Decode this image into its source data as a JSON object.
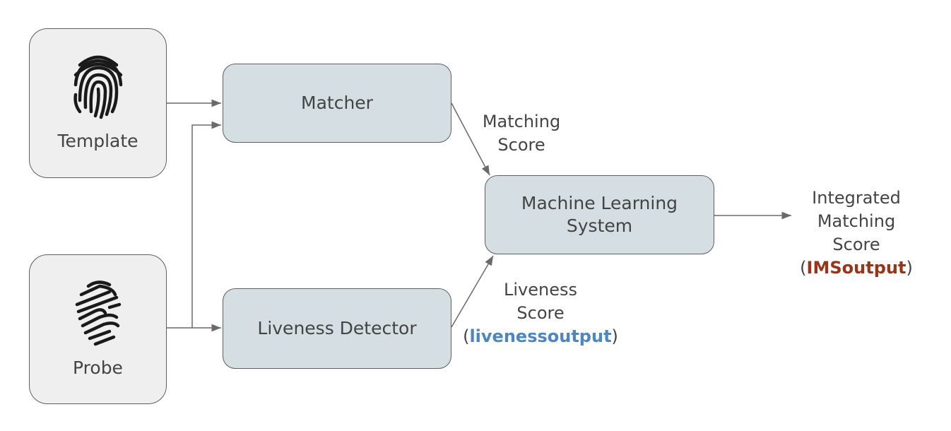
{
  "nodes": {
    "template": {
      "label": "Template",
      "icon": "fingerprint-icon"
    },
    "probe": {
      "label": "Probe",
      "icon": "fingerprint-icon"
    },
    "matcher": {
      "label": "Matcher"
    },
    "liveness_detector": {
      "label": "Liveness Detector"
    },
    "ml_system": {
      "line1": "Machine Learning",
      "line2": "System"
    }
  },
  "edge_labels": {
    "matching_score": {
      "line1": "Matching",
      "line2": "Score"
    },
    "liveness_score": {
      "line1": "Liveness",
      "line2": "Score",
      "open": "(",
      "var": "livenessoutput",
      "close": ")"
    },
    "integrated_score": {
      "line1": "Integrated",
      "line2": "Matching",
      "line3": "Score",
      "open": "(",
      "var": "IMSoutput",
      "close": ")"
    }
  },
  "colors": {
    "input_fill": "#efefef",
    "process_fill": "#d4dee3",
    "border": "#5f5f5f",
    "liveness_var": "#4a86c8",
    "ims_var": "#9a3418"
  }
}
